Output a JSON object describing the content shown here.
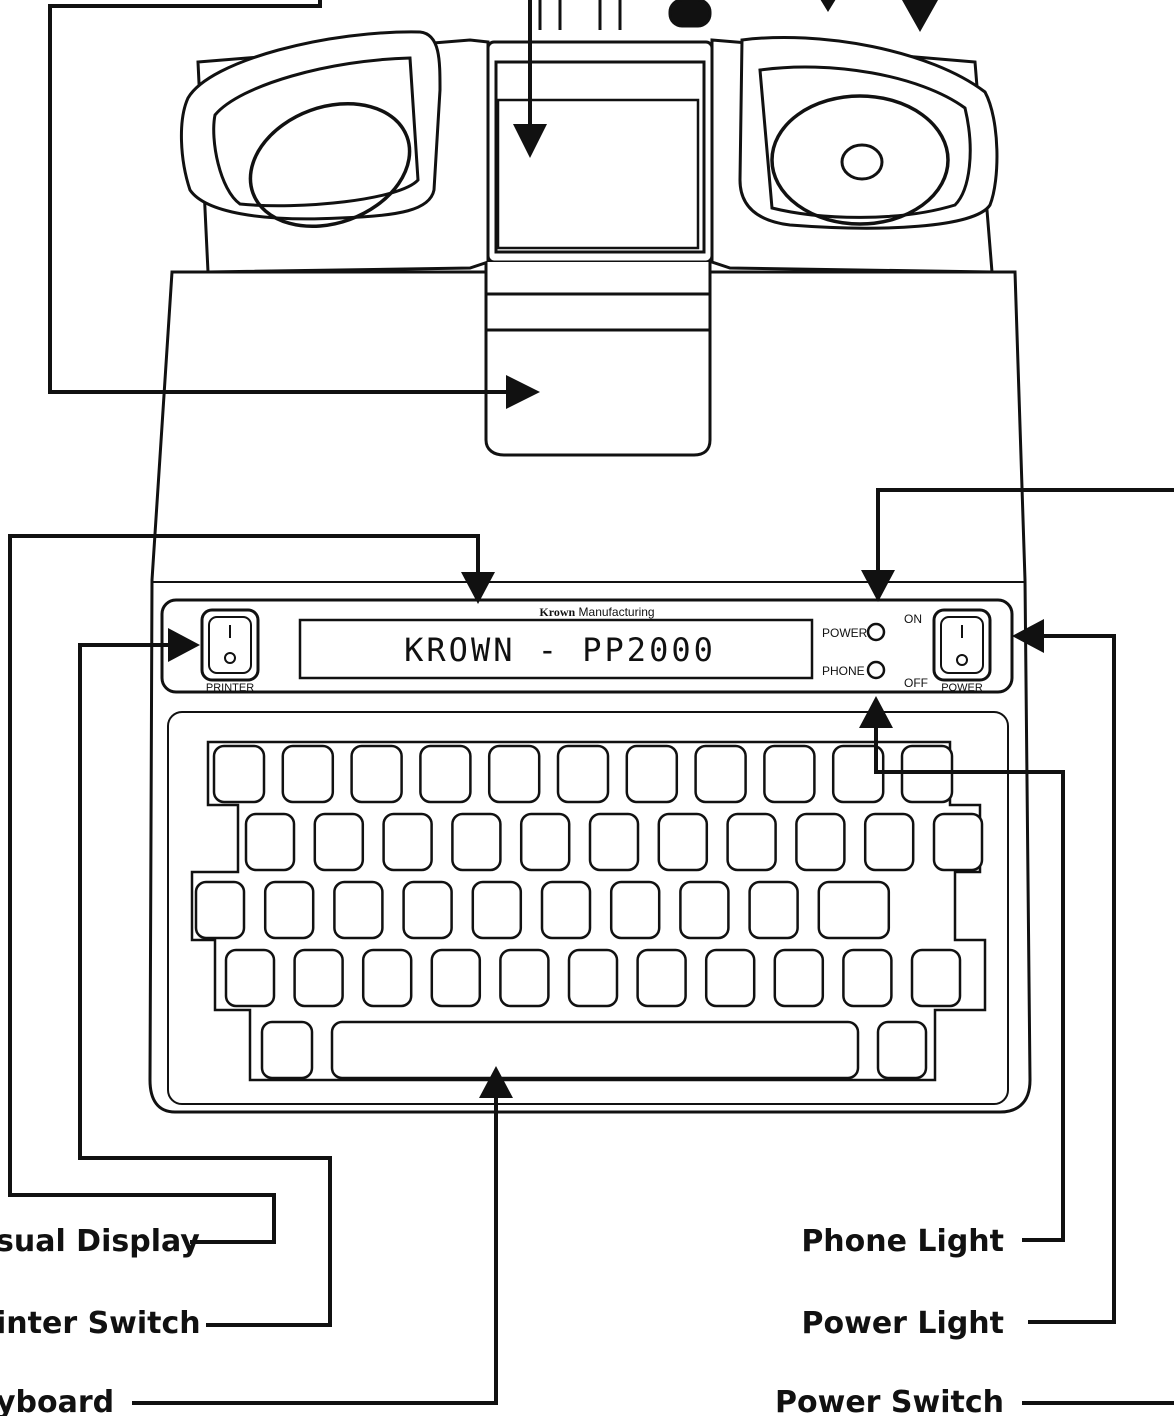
{
  "device": {
    "brand_bold": "Krown",
    "brand_rest": " Manufacturing",
    "display_text": "KROWN - PP2000",
    "printer_switch_label": "PRINTER",
    "power_switch_label": "POWER",
    "power_indicator_label": "POWER",
    "phone_indicator_label": "PHONE",
    "on_label": "ON",
    "off_label": "OFF"
  },
  "callouts": {
    "visual_display": "sual Display",
    "printer_switch": "inter Switch",
    "keyboard": "yboard",
    "phone_light": "Phone Light",
    "power_light": "Power Light",
    "power_switch": "Power Switch"
  },
  "colors": {
    "line": "#111111",
    "background": "#ffffff"
  }
}
